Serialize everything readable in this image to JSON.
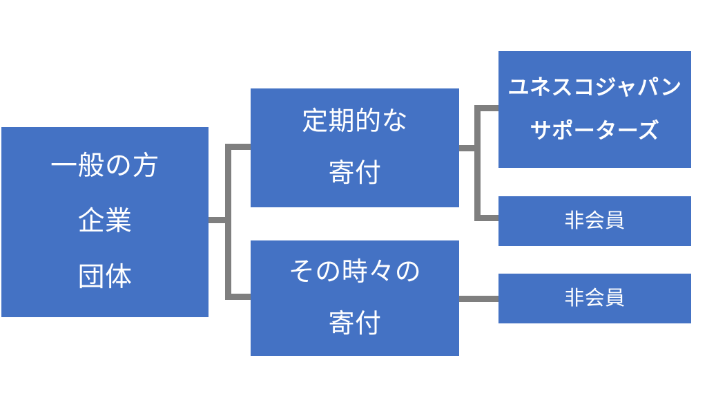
{
  "diagram": {
    "title": "donation-flow-diagram",
    "colors": {
      "node_fill": "#4472C4",
      "node_text": "#FFFFFF",
      "connector": "#7F7F7F",
      "background": "#FFFFFF"
    },
    "nodes": {
      "donor": {
        "id": "donor",
        "lines": [
          "一般の方",
          "企業",
          "団体"
        ],
        "line1": "一般の方",
        "line2": "企業",
        "line3": "団体"
      },
      "regular": {
        "id": "regular-donation",
        "lines": [
          "定期的な",
          "寄付"
        ],
        "line1": "定期的な",
        "line2": "寄付"
      },
      "occasional": {
        "id": "occasional-donation",
        "lines": [
          "その時々の",
          "寄付"
        ],
        "line1": "その時々の",
        "line2": "寄付"
      },
      "supporters": {
        "id": "unesco-japan-supporters",
        "lines": [
          "ユネスコジャパン",
          "サポーターズ"
        ],
        "line1": "ユネスコジャパン",
        "line2": "サポーターズ"
      },
      "nonmember1": {
        "id": "non-member-regular",
        "label": "非会員"
      },
      "nonmember2": {
        "id": "non-member-occasional",
        "label": "非会員"
      }
    }
  }
}
